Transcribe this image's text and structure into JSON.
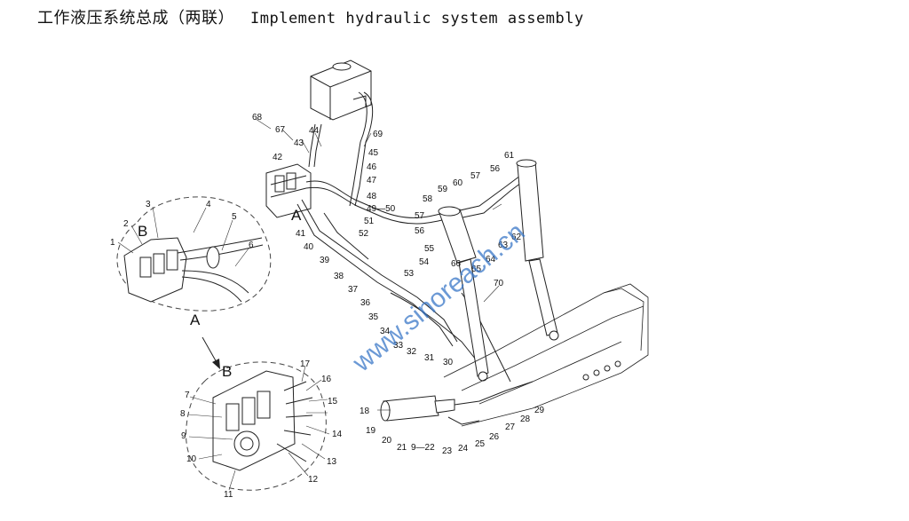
{
  "title": {
    "cn": "工作液压系统总成（两联）",
    "en": "Implement hydraulic system assembly"
  },
  "views": {
    "a": "A",
    "b_top": "B",
    "b_bottom": "B"
  },
  "watermark": "www.sinoreach.cn",
  "callouts": {
    "c1": "1",
    "c2": "2",
    "c3": "3",
    "c4": "4",
    "c5": "5",
    "c6": "6",
    "c7": "7",
    "c8": "8",
    "c9": "9",
    "c10": "10",
    "c11": "11",
    "c12": "12",
    "c13": "13",
    "c14": "14",
    "c15": "15",
    "c16": "16",
    "c17": "17",
    "c18": "18",
    "c19": "19",
    "c20": "20",
    "c21": "21",
    "c9_22": "9—22",
    "c23": "23",
    "c24": "24",
    "c25": "25",
    "c26": "26",
    "c27": "27",
    "c28": "28",
    "c29": "29",
    "c30": "30",
    "c31": "31",
    "c32": "32",
    "c33": "33",
    "c34": "34",
    "c35": "35",
    "c36": "36",
    "c37": "37",
    "c38": "38",
    "c39": "39",
    "c40": "40",
    "c41": "41",
    "c42": "42",
    "c43": "43",
    "c44": "44",
    "c45": "45",
    "c46": "46",
    "c47": "47",
    "c48": "48",
    "c49_50": "49—50",
    "c51": "51",
    "c52": "52",
    "c53": "53",
    "c54": "54",
    "c55": "55",
    "c56a": "56",
    "c56b": "56",
    "c57a": "57",
    "c57b": "57",
    "c58": "58",
    "c59": "59",
    "c60": "60",
    "c61": "61",
    "c62": "62",
    "c63": "63",
    "c64": "64",
    "c65": "65",
    "c66": "66",
    "c67": "67",
    "c68": "68",
    "c69": "69",
    "c70": "70"
  }
}
